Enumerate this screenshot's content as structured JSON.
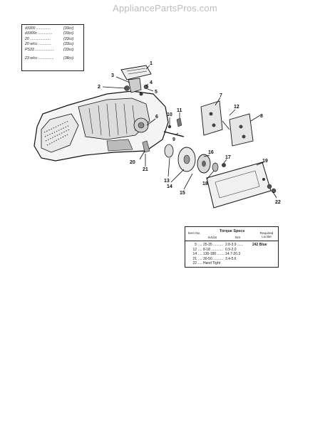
{
  "watermark": "AppliancePartsPros.com",
  "models": [
    {
      "model": "d3300 ..............",
      "size": "(33cc)"
    },
    {
      "model": "d3300c ..............",
      "size": "(33cc)"
    },
    {
      "model": "20 ....................",
      "size": "(33cc)"
    },
    {
      "model": "20 w/cc ............",
      "size": "(33cc)"
    },
    {
      "model": "PS33 ...................",
      "size": "(33cc)"
    },
    {
      "model": "23 w/cc ...............",
      "size": "(38cc)"
    }
  ],
  "callouts": [
    "1",
    "2",
    "3",
    "4",
    "5",
    "6",
    "7",
    "8",
    "9",
    "10",
    "11",
    "12",
    "13",
    "14",
    "15",
    "16",
    "17",
    "18",
    "19",
    "20",
    "21",
    "22"
  ],
  "torque_specs": {
    "title": "Torque Specs",
    "headers": {
      "item": "Item No.",
      "inlbs": "in/Lbs",
      "nm": "Nm",
      "required": "Required Loctite"
    },
    "rows": [
      {
        "item": "5",
        "inlbs": ".... 25-35 ..........",
        "nm": "2.8-3.9 ......",
        "required": "242 Blue"
      },
      {
        "item": "12",
        "inlbs": ".... 8-18 ............",
        "nm": "0.9-2.0",
        "required": ""
      },
      {
        "item": "14",
        "inlbs": ".... 130-180 ........",
        "nm": "14.7-20.3",
        "required": ""
      },
      {
        "item": "21",
        "inlbs": ".... 30-50 ..........",
        "nm": "3.4-5.6",
        "required": ""
      },
      {
        "item": "22",
        "inlbs": ".... Hand Tight",
        "nm": "",
        "required": ""
      }
    ]
  }
}
